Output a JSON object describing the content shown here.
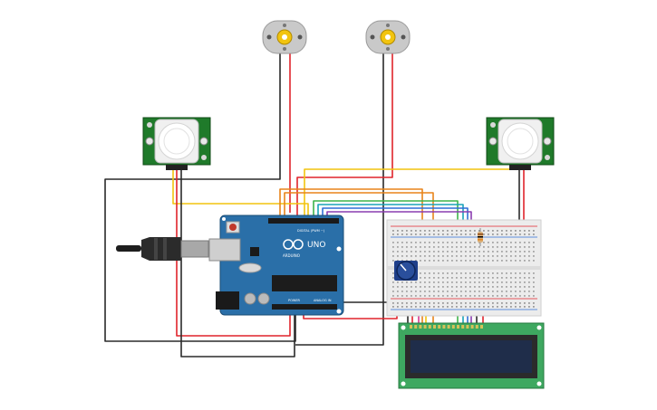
{
  "arduino": {
    "brand": "ARDUINO",
    "model": "UNO",
    "digital_label": "DIGITAL (PWM ~)",
    "power_label": "POWER",
    "analog_label": "ANALOG IN"
  },
  "pir_sensors": [
    {
      "id": "left"
    },
    {
      "id": "right"
    }
  ],
  "motors": [
    {
      "id": "motor-1"
    },
    {
      "id": "motor-2"
    }
  ],
  "lcd": {
    "type": "16x2"
  },
  "colors": {
    "wire_red": "#e0242b",
    "wire_black": "#2a2a2a",
    "wire_yellow": "#f2c40f",
    "wire_orange": "#e8841a",
    "wire_green": "#3db34a",
    "wire_teal": "#1aa3b8",
    "wire_blue": "#2f6fd6",
    "wire_purple": "#8a3db0",
    "wire_pink": "#d6388f",
    "arduino_blue": "#2a6fa8",
    "pir_green": "#1f7a2a",
    "lcd_green": "#3ea860",
    "lcd_screen": "#1f2d4a"
  }
}
